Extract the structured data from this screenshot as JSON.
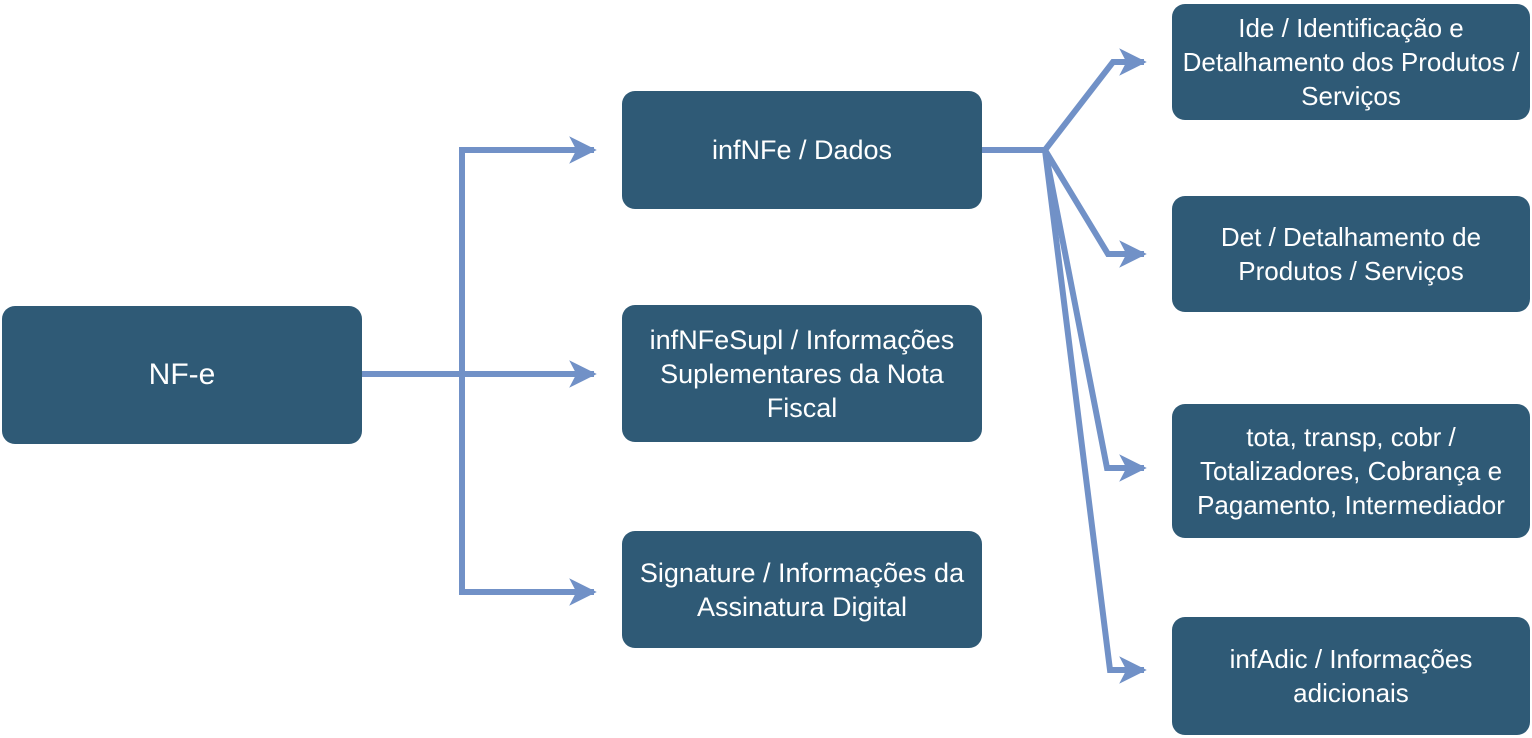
{
  "colors": {
    "box_fill": "#2F5A76",
    "box_text": "#ffffff",
    "connector": "#7191C7",
    "background": "#ffffff"
  },
  "diagram": {
    "root": {
      "label": "NF-e"
    },
    "children": [
      {
        "label": "infNFe / Dados"
      },
      {
        "label": "infNFeSupl / Informações Suplementares da Nota Fiscal"
      },
      {
        "label": "Signature / Informações da Assinatura Digital"
      }
    ],
    "grandchildren": [
      {
        "label": "Ide / Identificação e Detalhamento dos Produtos / Serviços",
        "parent": "infNFe / Dados"
      },
      {
        "label": "Det / Detalhamento de Produtos / Serviços",
        "parent": "infNFe / Dados"
      },
      {
        "label": "tota, transp, cobr / Totalizadores, Cobrança e Pagamento, Intermediador",
        "parent": "infNFe / Dados"
      },
      {
        "label": "infAdic / Informações adicionais",
        "parent": "infNFe / Dados"
      }
    ]
  }
}
